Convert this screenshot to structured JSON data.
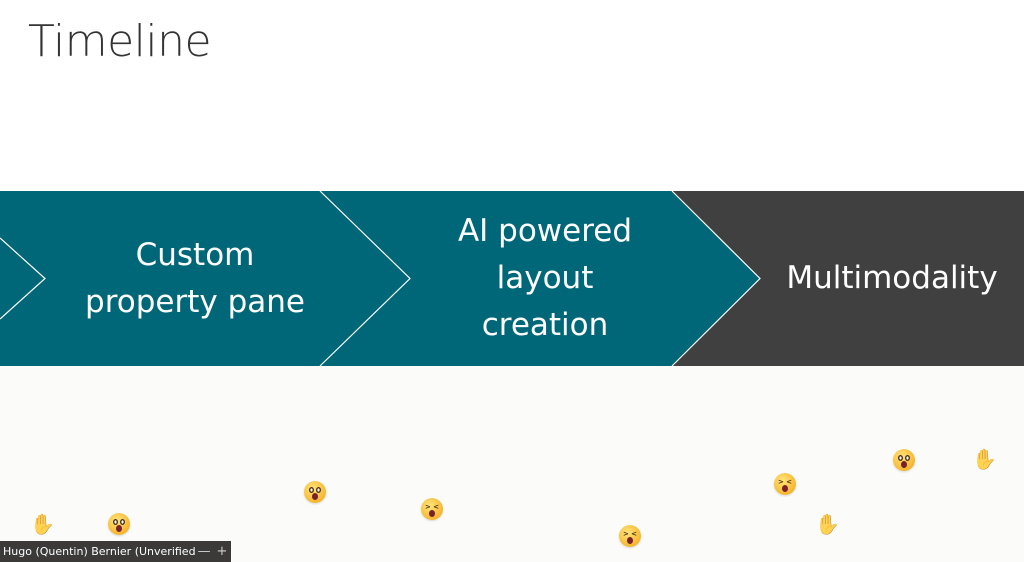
{
  "slide": {
    "title": "Timeline"
  },
  "timeline": {
    "steps": [
      {
        "label": "Custom\nproperty pane",
        "color": "#006778"
      },
      {
        "label": "AI powered\nlayout\ncreation",
        "color": "#006778"
      },
      {
        "label": "Multimodality",
        "color": "#404040"
      }
    ],
    "chevron_line_color": "#ffffff"
  },
  "participant": {
    "name": "Hugo (Quentin) Bernier (Unverified)",
    "minimize_icon": "minus-icon",
    "expand_icon": "plus-icon"
  },
  "reactions": [
    {
      "type": "clap-icon"
    },
    {
      "type": "surprised-face-icon"
    },
    {
      "type": "surprised-face-icon"
    },
    {
      "type": "squinting-face-icon"
    },
    {
      "type": "squinting-face-icon"
    },
    {
      "type": "squinting-face-icon"
    },
    {
      "type": "clap-icon"
    },
    {
      "type": "surprised-face-icon"
    },
    {
      "type": "clap-icon"
    }
  ]
}
